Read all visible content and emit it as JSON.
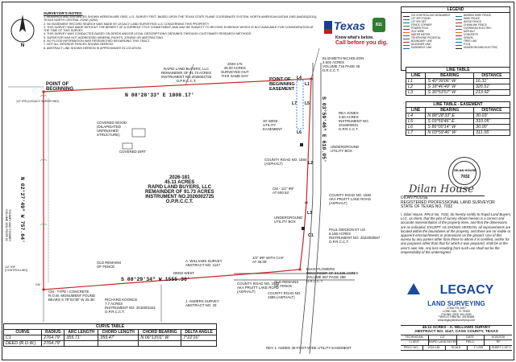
{
  "notes": {
    "title": "SURVEYOR'S NOTES:",
    "items": [
      "1. BEARINGS AND DISTANCES SHOWN HEREON ARE GRID, U.S. SURVEY FEET, BASED UPON THE TEXAS STATE PLANE COORDINATE SYSTEM, NORTH AMERICAN DATUM 1983 (NAD83(2011)), TEXAS NORTH CENTRAL ZONE (4202).",
      "2. NO EASEMENT RECORD SEARCH WAS MADE BY LEGACY LAND SURVEYING LLC CONCERNING THIS PROPERTY.",
      "3. THIS SURVEY WAS MADE WITHOUT THE BENEFIT OF A CURRENT TITLE COMMITMENT, AND MAY BE SUBJECT TO RECORD EVIDENCE WHICH IS NOT AVAILABLE FOR CONSIDERATION AT THE TIME OF THIS SURVEY.",
      "4. THIS SURVEY WAS CONDUCTED BASED ON DEEDS AND/OR LEGAL DESCRIPTIONS OBTAINED THROUGH CUSTOMARY RESEARCH METHODS.",
      "5. SURVEYOR HAS NOT ADDRESSED MINERAL RIGHTS, ZONING OR ABSTRACTING.",
      "6. NO FLOOD INFORMATION WAS RESEARCHED REGARDING THIS TRACT.",
      "7. NOT ALL INTERIOR FENCES SHOWN HEREON.",
      "8. ABSTRACT LINE SHOWN HEREON IS APPROXIMATE IN LOCATION."
    ]
  },
  "texas811": {
    "brand": "Texas",
    "badge": "811",
    "line1": "Know what's below.",
    "line2": "Call before you dig."
  },
  "legend": {
    "title": "LEGEND",
    "left": [
      "CM CONTROLLING MONUMENT",
      "1/2\" IRF FOUND",
      "1/2\" IRS SET",
      "FENCE CORNER",
      "POWER POLE",
      "GUY WIRE",
      "WATER METER",
      "TELEPHONE PEDESTAL",
      "BOUNDARY LINE",
      "ADJOINER LINE",
      "EASEMENT LINE"
    ],
    "right": [
      "BARBED WIRE FENCE",
      "WIRE FENCE",
      "WOOD FENCE",
      "CHAINLINK FENCE",
      "OVERHEAD ELECTRIC",
      "ASPHALT",
      "CONCRETE",
      "GRAVEL",
      "TREE LINE",
      "P.O.B.",
      "UNDERGROUND ELECTRIC"
    ],
    "colors": [
      "#222222",
      "#c62828",
      "#1565c0",
      "#2e7d32",
      "#7b1fa2",
      "#ef6c00",
      "#00838f",
      "#6d4c41",
      "#c62828",
      "#555555",
      "#1565c0"
    ]
  },
  "line_table": {
    "title": "LINE TABLE",
    "headers": [
      "LINE",
      "BEARING",
      "DISTANCE"
    ],
    "rows": [
      [
        "L1",
        "S 40°39'06\" W",
        "16.31'"
      ],
      [
        "L2",
        "S 18°46'49\" W",
        "326.51'"
      ],
      [
        "L3",
        "S 30°53'57\" W",
        "213.92'"
      ]
    ]
  },
  "easement_table": {
    "title": "LINE TABLE - EASEMENT",
    "headers": [
      "LINE",
      "BEARING",
      "DISTANCE"
    ],
    "rows": [
      [
        "L4",
        "N 88°28'33\" E",
        "30.03'"
      ],
      [
        "L5",
        "S 03°59'46\" E",
        "310.05'"
      ],
      [
        "L6",
        "S 86°00'14\" W",
        "30.00'"
      ],
      [
        "L7",
        "N 03°59'46\" W",
        "311.55'"
      ]
    ]
  },
  "curve_table": {
    "title": "CURVE TABLE",
    "headers": [
      "CURVE",
      "RADIUS",
      "ARC LENGTH",
      "CHORD LENGTH",
      "CHORD BEARING",
      "DELTA ANGLE"
    ],
    "rows": [
      [
        "C1",
        "2764.79'",
        "355.71'",
        "355.47'",
        "N 06°13'01\" W",
        "7°22'16\""
      ],
      [
        "DEED (R.O.W.)",
        "2764.79'",
        "",
        "",
        "",
        ""
      ]
    ]
  },
  "plat": {
    "pob": "POINT OF\nBEGINNING",
    "pob_sub": "1/2\" IRS (LEGACY SURVEYING)",
    "pob_ease": "POINT OF\nBEGINNING\nEASEMENT",
    "north_line": "N 88°28'33\" E    1808.17'",
    "south_line": "S 88°29'34\" W    1555.36'",
    "west_line": "N 02°27'49\" W    757.64'",
    "east_line": "S 03°59'46\" E    610.05'",
    "rapid_north": "RAPID LAND BUYERS, LLC\nREMAINDER OF 91.73 ACRES\nINSTRUMENT NO.2026002725\nO.P.R.C.C.T.",
    "parcel_176": "2026-176\n45.00 ACRES\nSURVEYED OUT\nTHIS SAME DAY",
    "elizabeth": "ELIZABETH NICHOLSON\n2.602 ACRES\nVOLUME 716 PAGE 45\nD.R.C.C.T.",
    "rea_jones": "REA JONES\n3.50 ACRES\nINSTRUMENT NO.\n2016000531\nO.P.R.C.C.T.",
    "main_parcel": "2026-181\n45.11 ACRES\nRAPID LAND BUYERS, LLC\nREMAINDER OF 91.73 ACRES\nINSTRUMENT NO.2026002725\nO.P.R.C.C.T.",
    "covered_wood": "COVERED WOOD\n(DILAPIDATED\nUNFINISHED\nSTRUCTURE)",
    "covered_dirt": "COVERED DIRT",
    "utility_ease": "30' WIDE\nUTILITY\nEASEMENT",
    "ug_box_top": "UNDERGROUND\nUTILITY BOX",
    "county_road_1584": "COUNTY ROAD NO. 1584\n(ASPHALT)",
    "cm_at": "CM - 1/2\" IRF\nAT 600.53'",
    "county_road_1582": "COUNTY ROAD NO. 1582\nAKA PRUITT LAKE ROAD\n(ASPHALT)",
    "ug_box_mid": "UNDERGROUND\nUTILITY BOX",
    "paul_denson": "PAUL DENSON ET UX\n6.168 ACRES\nINSTRUMENT NO. 2022000567\nO.P.R.C.C.T.",
    "buck_flowers": "BUCK FLOWERS\nREMAINDER OF 63.335 ACRES\nVOLUME 667 PAGE 288\nD.R.C.C.T.",
    "williams": "A. WILLIAMS SURVEY\nABSTRACT NO. 1147",
    "j_anders": "J. ANDERS SURVEY\nABSTRACT NO. 33",
    "richard": "RICHARD KOONCE\n7.7 ACRES\nINSTRUMENT NO. 2016001151\nO.P.R.C.C.T.",
    "remains_fence_w": "OLD REMAINS\nOF FENCE",
    "remains_fence_e": "OLD REMAINS\nOF FENCE",
    "deed_west": "DEED WEST",
    "cm_type": "CM - TYPE I CONCRETE\nR.O.W. MONUMENT FOUND\nBEARS S 79°02'49\" W 25.48'",
    "irf_cap": "1/2\" IRF WITH CAP\nAT 48.05'",
    "county_road_1582_s": "COUNTY ROAD NO. 1582\nAKA PRUITT LAKE ROAD\n(ASPHALT)",
    "county_road_1585": "COUNTY ROAD NO.\n1585 (ASPHALT)",
    "side_west": "TOOMEY AND TOOMEY\nVOLUME 1052 PAGE 82",
    "irf_south": "1/2\" IRF\n(CONTROLLING)",
    "cm_label": "CM",
    "c1": "C1",
    "l1": "L1",
    "l2": "L2",
    "l3": "L3",
    "l4": "L4",
    "l5": "L5",
    "l6": "L6",
    "l7": "L7"
  },
  "seal": {
    "name": "DILAN HOUSE",
    "number": "7032"
  },
  "signature": {
    "script": "Dilan House",
    "name": "DILAN HOUSE",
    "title": "REGISTERED PROFESSIONAL LAND SURVEYOR",
    "license": "STATE OF TEXAS NO. 7032"
  },
  "certification": "I, Dilan House, RPLS No. 7032, do hereby certify to Rapid Land Buyers, LLC, as client, that the plat of survey shown hereon is a correct and accurate representation of the property lines, and that the dimensions are as indicated. EXCEPT AS SHOWN HEREON, all improvements are located within the boundaries of the property, and there are no visible or apparent encroachments or protrusions on the ground. Use of this survey by any parties other than those to whom it is certified, and/or for any purposes other than that for which it was prepared, shall be at the user's own risk. Any loss resulting from such use shall not be the responsibility of the undersigned.",
  "logo": {
    "brand": "LEGACY",
    "sub": "LAND SURVEYING",
    "addr": "17646 FM-1567\nLONE OAK, TX 75453\nPHONE: (903) 494-4090\nTBPELS FIRM No. 10194685\nwww.legacylandsurveying.com"
  },
  "title_block": {
    "title": "45.11 ACRES - A. WILLIAMS SURVEY",
    "subtitle": "ABSTRACT NO. 1147, CASS COUNTY, TEXAS",
    "cells1": [
      "TECHNICIAN:",
      "CG",
      "DATE:",
      "6/15/2026"
    ],
    "cells2": [
      "CLIENT:",
      "RAPID LAND BUYERS, LLC",
      "FIELD:",
      "RF"
    ],
    "cells3": [
      "PROJ. NO.:",
      "2024-181",
      "SCALE:",
      "1\"=200'",
      "SHEET 1 OF 2"
    ]
  },
  "revision": "REV 1: ADDED 30-FOOT-WIDE UTILITY EASEMENT"
}
